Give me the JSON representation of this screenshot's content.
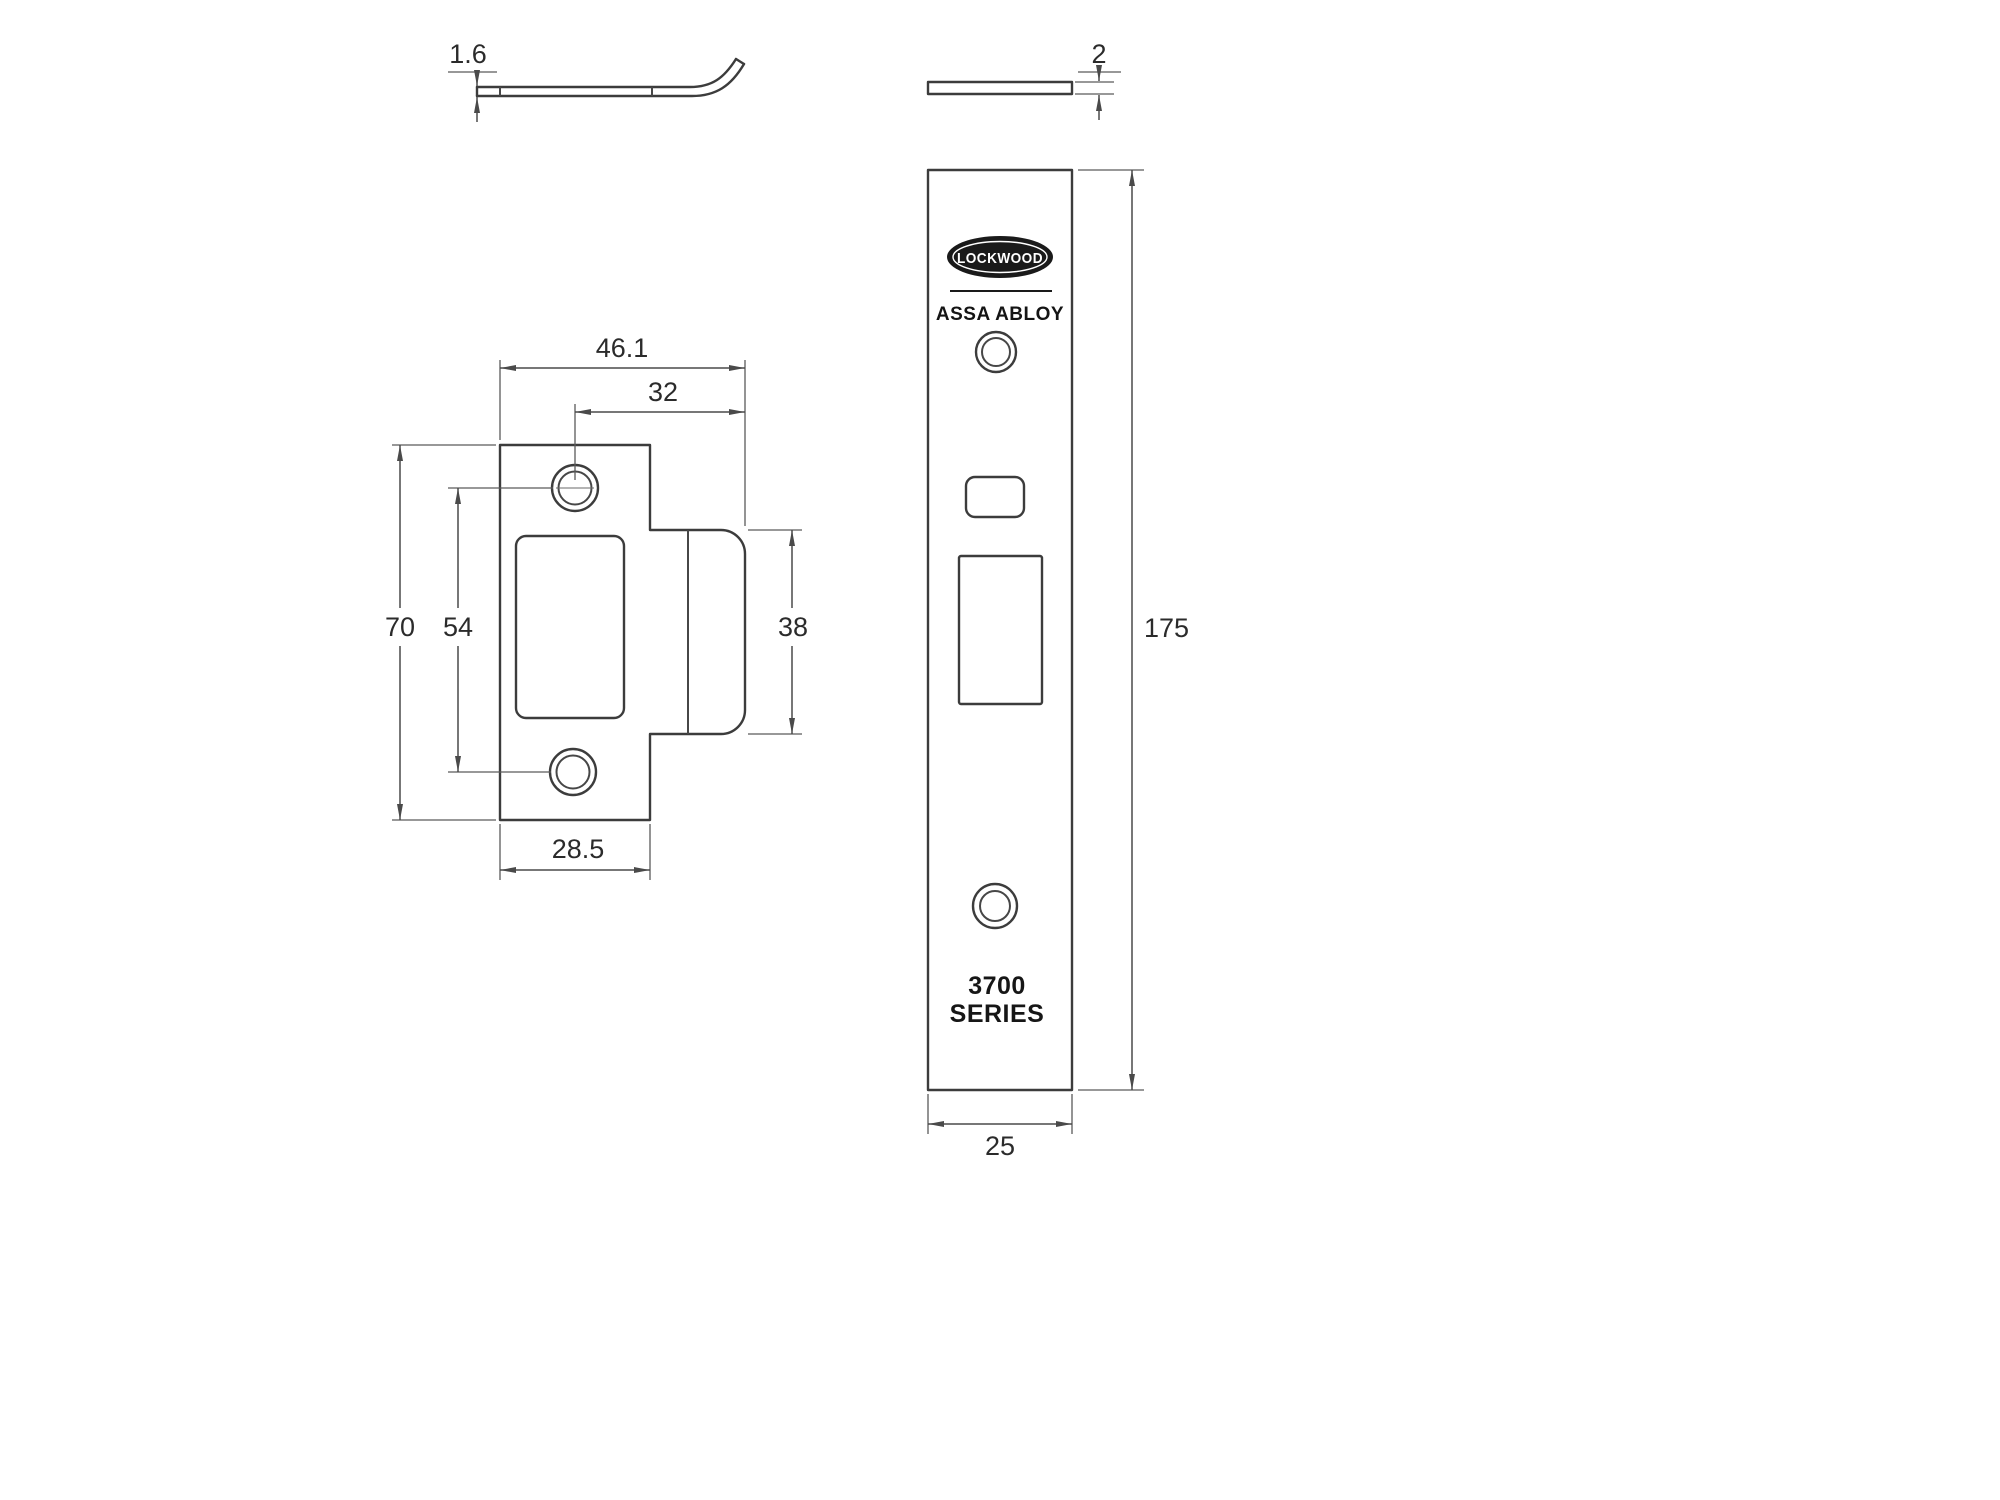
{
  "drawing_title": "Lockwood 3700 Series strike plate and faceplate technical drawing",
  "logo": {
    "brand": "LOCKWOOD",
    "company": "ASSA ABLOY"
  },
  "faceplate": {
    "series_line1": "3700",
    "series_line2": "SERIES"
  },
  "dimensions": {
    "strike_thickness": "1.6",
    "faceplate_thickness": "2",
    "strike_overall_width": "46.1",
    "strike_hole_to_lip": "32",
    "strike_height": "70",
    "strike_hole_centres": "54",
    "strike_lip_height": "38",
    "strike_body_width": "28.5",
    "faceplate_height": "175",
    "faceplate_width": "25"
  }
}
